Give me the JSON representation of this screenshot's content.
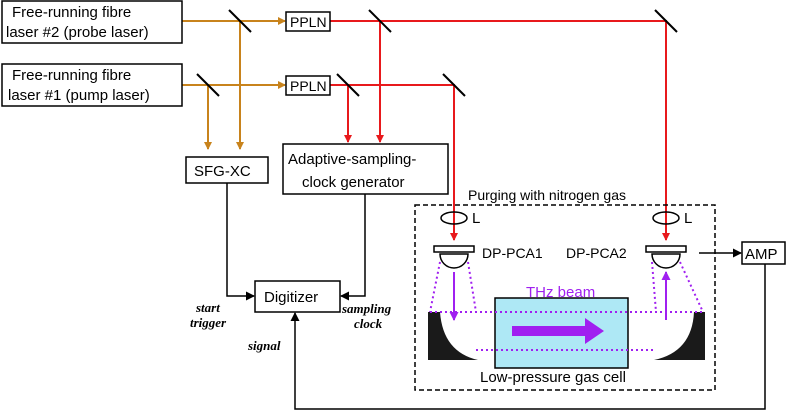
{
  "blocks": {
    "laser2": [
      "Free-running fibre",
      "laser #2 (probe laser)"
    ],
    "laser1": [
      "Free-running fibre",
      "laser #1 (pump laser)"
    ],
    "ppln_top": "PPLN",
    "ppln_bottom": "PPLN",
    "sfg": "SFG-XC",
    "asc": [
      "Adaptive-sampling-",
      "clock generator"
    ],
    "digitizer": "Digitizer",
    "amp": "AMP"
  },
  "labels": {
    "purging": "Purging with nitrogen gas",
    "lens_left": "L",
    "lens_right": "L",
    "pca1": "DP-PCA1",
    "pca2": "DP-PCA2",
    "thz_beam": "THz beam",
    "gas_cell": "Low-pressure gas cell",
    "start_trigger": [
      "start",
      "trigger"
    ],
    "sampling_clock": [
      "sampling",
      "clock"
    ],
    "signal": "signal"
  },
  "colors": {
    "orange_beam": "#c8831c",
    "red_beam": "#e8191c",
    "thz": "#a020f0",
    "gas_cell_fill": "#aee8f5"
  }
}
